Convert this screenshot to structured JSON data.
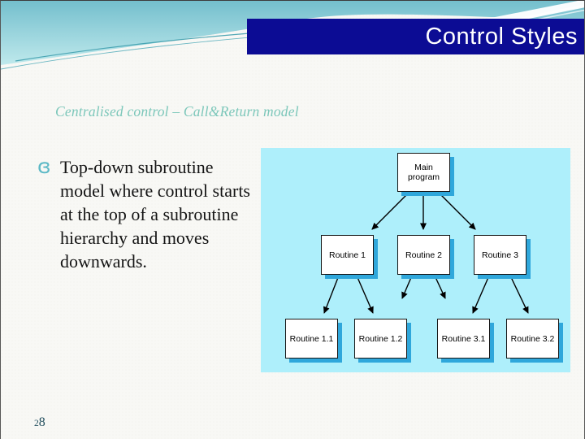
{
  "slide": {
    "title": "Control Styles",
    "subtitle": "Centralised control – Call&Return model",
    "bullet_glyph": "ɞ",
    "bullet_text": "Top-down subroutine model where control starts at the top of a subroutine hierarchy and moves downwards.",
    "page_number": "28"
  },
  "colors": {
    "title_bar_bg": "#0c0c94",
    "title_text": "#ffffff",
    "subtitle_text": "#7cc7ba",
    "body_text": "#141414",
    "bullet_glyph": "#5cb9c6",
    "top_band_teal": "#79c2cf",
    "diagram_bg": "#aeeffb",
    "node_fill": "#ffffff",
    "node_border": "#151515",
    "node_shadow": "#2fa7db",
    "arrow": "#000000",
    "page_number_text": "#24505f"
  },
  "diagram": {
    "nodes": [
      {
        "id": "main",
        "label": "Main program"
      },
      {
        "id": "r1",
        "label": "Routine 1"
      },
      {
        "id": "r2",
        "label": "Routine 2"
      },
      {
        "id": "r3",
        "label": "Routine 3"
      },
      {
        "id": "r11",
        "label": "Routine 1.1"
      },
      {
        "id": "r12",
        "label": "Routine 1.2"
      },
      {
        "id": "r31",
        "label": "Routine 3.1"
      },
      {
        "id": "r32",
        "label": "Routine 3.2"
      }
    ]
  }
}
